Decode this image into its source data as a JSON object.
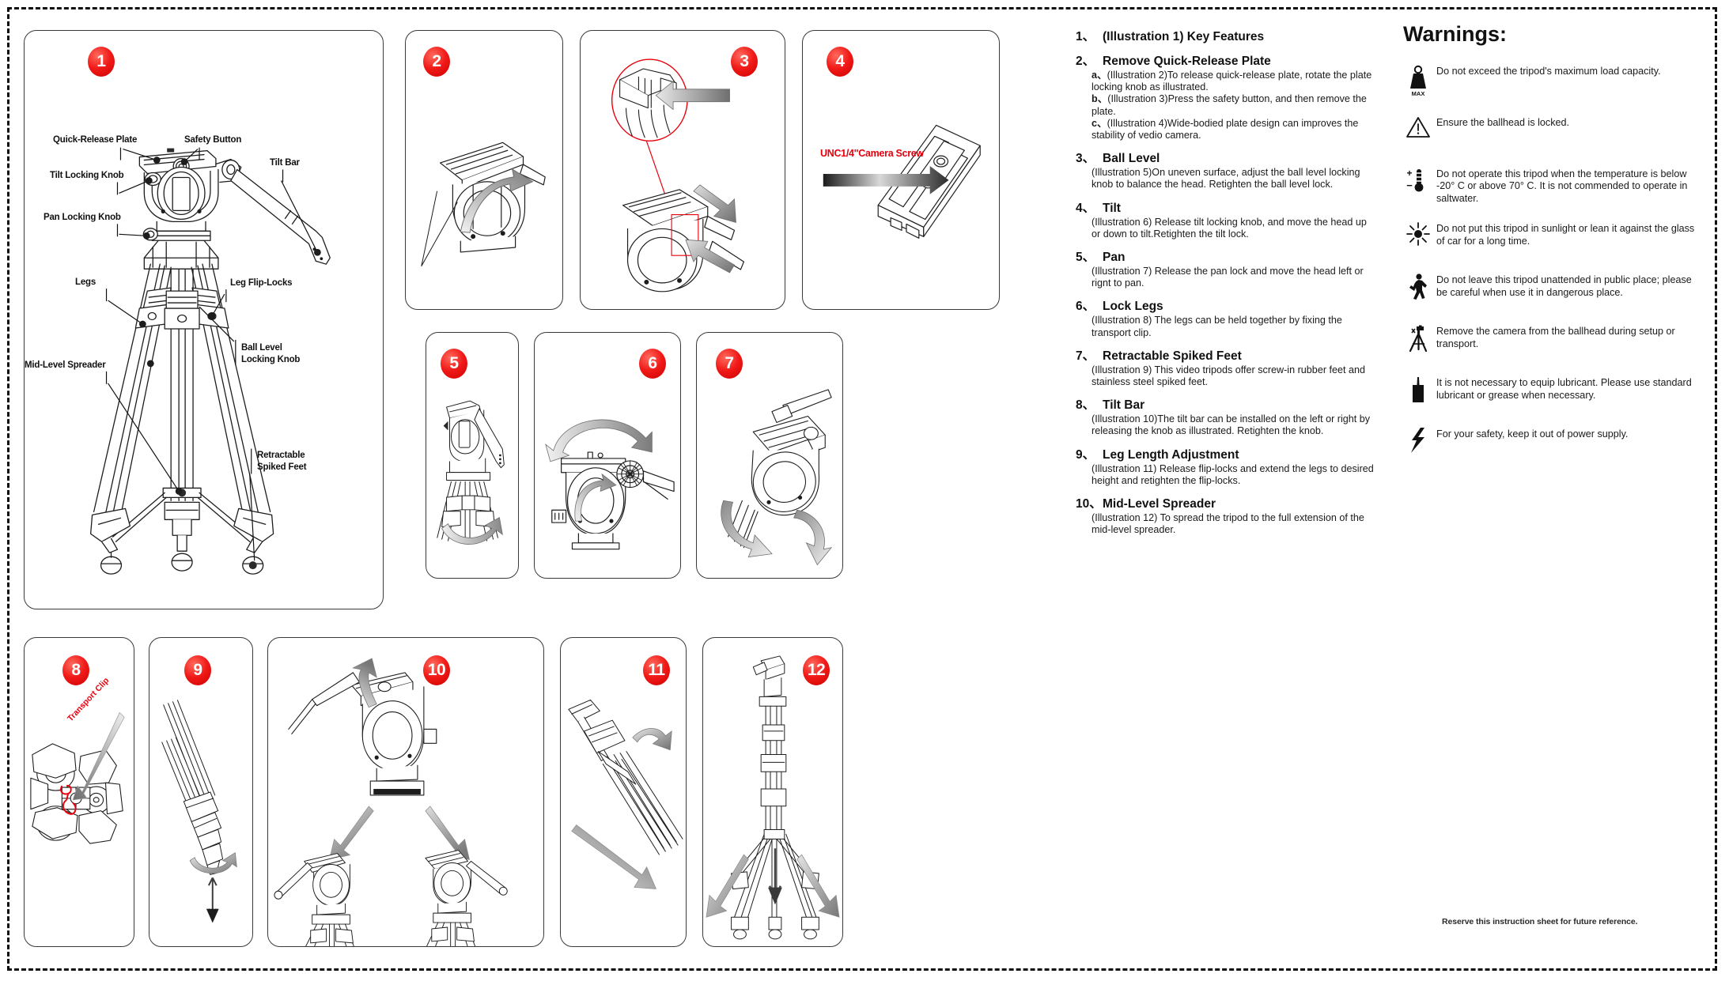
{
  "document": {
    "footer_note": "Reserve this instruction sheet for future reference."
  },
  "diagram_labels": {
    "quick_release_plate": "Quick-Release Plate",
    "safety_button": "Safety Button",
    "tilt_locking_knob": "Tilt Locking Knob",
    "tilt_bar": "Tilt Bar",
    "pan_locking_knob": "Pan Locking Knob",
    "legs": "Legs",
    "leg_flip_locks": "Leg Flip-Locks",
    "mid_level_spreader": "Mid-Level Spreader",
    "ball_level_locking_knob_l1": "Ball Level",
    "ball_level_locking_knob_l2": "Locking Knob",
    "retractable_spiked_feet_l1": "Retractable",
    "retractable_spiked_feet_l2": "Spiked Feet",
    "camera_screw": "UNC1/4\"Camera Screw",
    "transport_clip": "Transport Clip"
  },
  "panels": [
    {
      "number": "1",
      "name": "key-features-overview"
    },
    {
      "number": "2",
      "name": "rotate-plate-locking-knob"
    },
    {
      "number": "3",
      "name": "press-safety-button"
    },
    {
      "number": "4",
      "name": "wide-bodied-plate"
    },
    {
      "number": "5",
      "name": "ball-level-adjust"
    },
    {
      "number": "6",
      "name": "tilt-head"
    },
    {
      "number": "7",
      "name": "pan-head"
    },
    {
      "number": "8",
      "name": "transport-clip-lock-legs"
    },
    {
      "number": "9",
      "name": "retractable-spiked-feet"
    },
    {
      "number": "10",
      "name": "tilt-bar-left-or-right"
    },
    {
      "number": "11",
      "name": "leg-length-adjustment"
    },
    {
      "number": "12",
      "name": "mid-level-spreader"
    }
  ],
  "instructions": {
    "items": [
      {
        "num": "1、",
        "title": "(Illustration 1) Key Features",
        "body": []
      },
      {
        "num": "2、",
        "title": "Remove Quick-Release Plate",
        "body": [
          {
            "sub": "a、",
            "text": "(Illustration 2)To release quick-release plate, rotate the plate locking knob as illustrated."
          },
          {
            "sub": "b、",
            "text": "(Illustration 3)Press the safety button, and then remove the plate."
          },
          {
            "sub": "c、",
            "text": "(Illustration 4)Wide-bodied plate design can improves the stability of vedio camera."
          }
        ]
      },
      {
        "num": "3、",
        "title": "Ball Level",
        "body": [
          {
            "sub": "",
            "text": "(Illustration 5)On uneven surface, adjust the ball level locking knob to balance the head. Retighten the ball level lock."
          }
        ]
      },
      {
        "num": "4、",
        "title": "Tilt",
        "body": [
          {
            "sub": "",
            "text": "(Illustration 6) Release tilt locking knob, and move the head up or down to tilt.Retighten the tilt lock."
          }
        ]
      },
      {
        "num": "5、",
        "title": "Pan",
        "body": [
          {
            "sub": "",
            "text": "(Illustration 7) Release the pan lock and move the head left or rignt to pan."
          }
        ]
      },
      {
        "num": "6、",
        "title": "Lock Legs",
        "body": [
          {
            "sub": "",
            "text": "(Illustration 8) The legs can be held together by fixing the transport clip."
          }
        ]
      },
      {
        "num": "7、",
        "title": "Retractable Spiked Feet",
        "body": [
          {
            "sub": "",
            "text": "(Illustration 9) This video tripods offer screw-in rubber feet and stainless steel spiked feet."
          }
        ]
      },
      {
        "num": "8、",
        "title": "Tilt Bar",
        "body": [
          {
            "sub": "",
            "text": "(Illustration 10)The tilt bar can be installed on the left or right by releasing the knob as illustrated. Retighten the knob."
          }
        ]
      },
      {
        "num": "9、",
        "title": "Leg Length Adjustment",
        "body": [
          {
            "sub": "",
            "text": "(Illustration 11) Release flip-locks and extend the legs to desired height and retighten the flip-locks."
          }
        ]
      },
      {
        "num": "10、",
        "title": "Mid-Level Spreader",
        "body": [
          {
            "sub": "",
            "text": "(Illustration 12) To spread the tripod to the full extension of the mid-level spreader."
          }
        ]
      }
    ]
  },
  "warnings": {
    "title": "Warnings:",
    "items": [
      {
        "icon": "max-weight-icon",
        "icon_caption": "MAX",
        "text": "Do not exceed the tripod's maximum load capacity."
      },
      {
        "icon": "warning-triangle-icon",
        "icon_caption": "",
        "text": "Ensure the ballhead is locked."
      },
      {
        "icon": "thermometer-icon",
        "icon_caption": "",
        "text": "Do not operate this tripod when the temperature is below -20° C or above 70° C. It is not commended to operate in saltwater."
      },
      {
        "icon": "sun-icon",
        "icon_caption": "",
        "text": "Do not put this tripod in sunlight or lean it against the glass of car for a long time."
      },
      {
        "icon": "pedestrian-icon",
        "icon_caption": "",
        "text": "Do not leave this tripod unattended in public place; please be careful when use it in dangerous place."
      },
      {
        "icon": "tripod-camera-icon",
        "icon_caption": "",
        "text": "Remove the camera from the ballhead during setup or transport."
      },
      {
        "icon": "lubricant-bottle-icon",
        "icon_caption": "",
        "text": "It is not necessary to equip lubricant. Please use standard lubricant or grease when necessary."
      },
      {
        "icon": "lightning-bolt-icon",
        "icon_caption": "",
        "text": "For your safety, keep it out of power supply."
      }
    ]
  },
  "colors": {
    "badge_red": "#f01a18",
    "label_red": "#e8000d",
    "line": "#222222",
    "arrow_grey": "#808080"
  }
}
